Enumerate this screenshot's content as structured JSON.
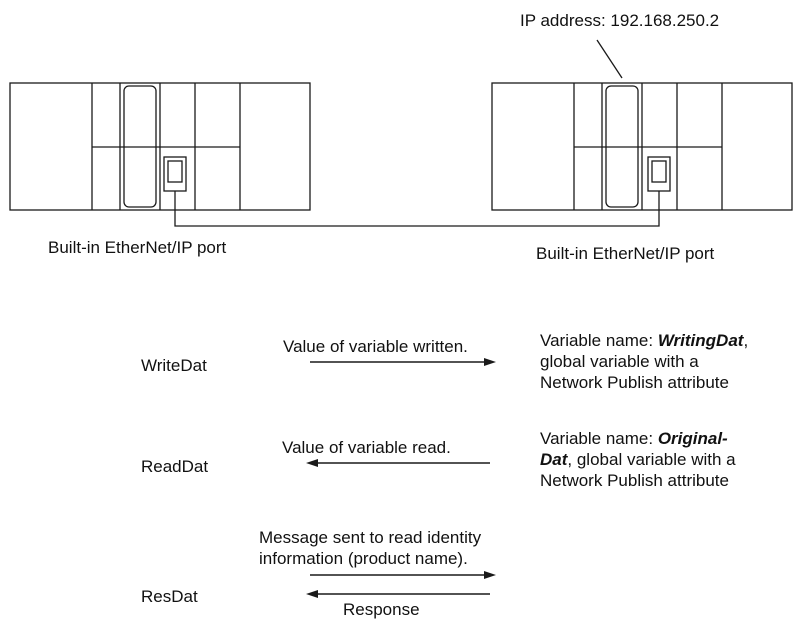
{
  "ip_label": "IP address: 192.168.250.2",
  "port_label_left": "Built-in EtherNet/IP port",
  "port_label_right": "Built-in EtherNet/IP port",
  "rows": [
    {
      "name": "WriteDat",
      "arrow_label": "Value of variable written.",
      "desc_prefix": "Variable name: ",
      "desc_var_1": "WritingDat",
      "desc_var_2": "",
      "desc_rest": ",",
      "desc_line2": "global variable with a",
      "desc_line3": "Network Publish attribute"
    },
    {
      "name": "ReadDat",
      "arrow_label": "Value of variable read.",
      "desc_prefix": "Variable name: ",
      "desc_var_1": "Original-",
      "desc_var_2": "Dat",
      "desc_rest": ", global variable with a",
      "desc_line3": "Network Publish attribute"
    },
    {
      "name": "ResDat",
      "msg_line1": "Message sent to read identity",
      "msg_line2": "information (product name).",
      "response_label": "Response"
    }
  ]
}
